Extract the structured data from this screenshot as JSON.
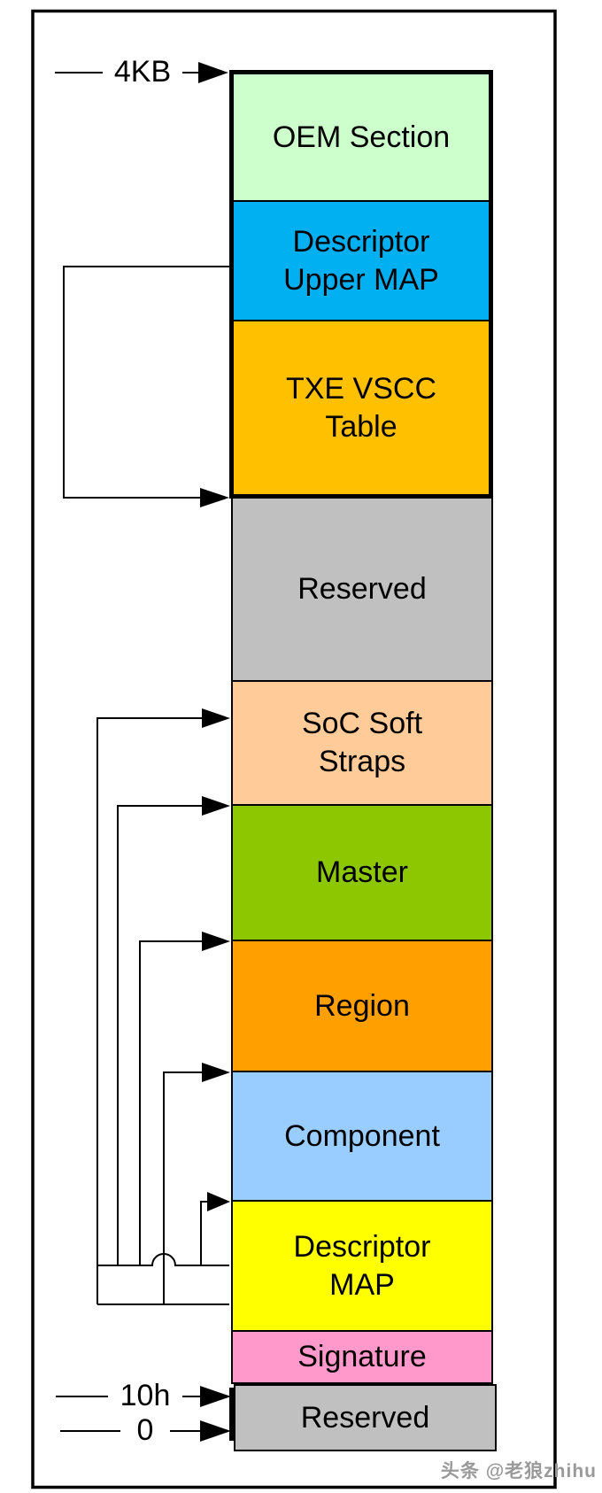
{
  "diagram_title": "flash-descriptor-region-layout",
  "sections": [
    {
      "id": "oem-section",
      "label": "OEM Section",
      "color": "#CCFFCC"
    },
    {
      "id": "descriptor-upper-map",
      "label": "Descriptor\nUpper MAP",
      "color": "#00B0F0"
    },
    {
      "id": "txe-vscc-table",
      "label": "TXE VSCC\nTable",
      "color": "#FFC000"
    },
    {
      "id": "reserved-upper",
      "label": "Reserved",
      "color": "#C0C0C0"
    },
    {
      "id": "soc-soft-straps",
      "label": "SoC Soft\nStraps",
      "color": "#FFCC99"
    },
    {
      "id": "master",
      "label": "Master",
      "color": "#8CC702"
    },
    {
      "id": "region",
      "label": "Region",
      "color": "#FF9F00"
    },
    {
      "id": "component",
      "label": "Component",
      "color": "#99CCFF"
    },
    {
      "id": "descriptor-map",
      "label": "Descriptor\nMAP",
      "color": "#FFFF00"
    },
    {
      "id": "signature",
      "label": "Signature",
      "color": "#FF99CC"
    },
    {
      "id": "reserved-bottom",
      "label": "Reserved",
      "color": "#C0C0C0"
    }
  ],
  "side_labels": {
    "top_offset": "4KB",
    "signature_offset": "10h",
    "zero_offset": "0"
  },
  "watermark": "头条 @老狼zhihu",
  "line_color": "#000000"
}
